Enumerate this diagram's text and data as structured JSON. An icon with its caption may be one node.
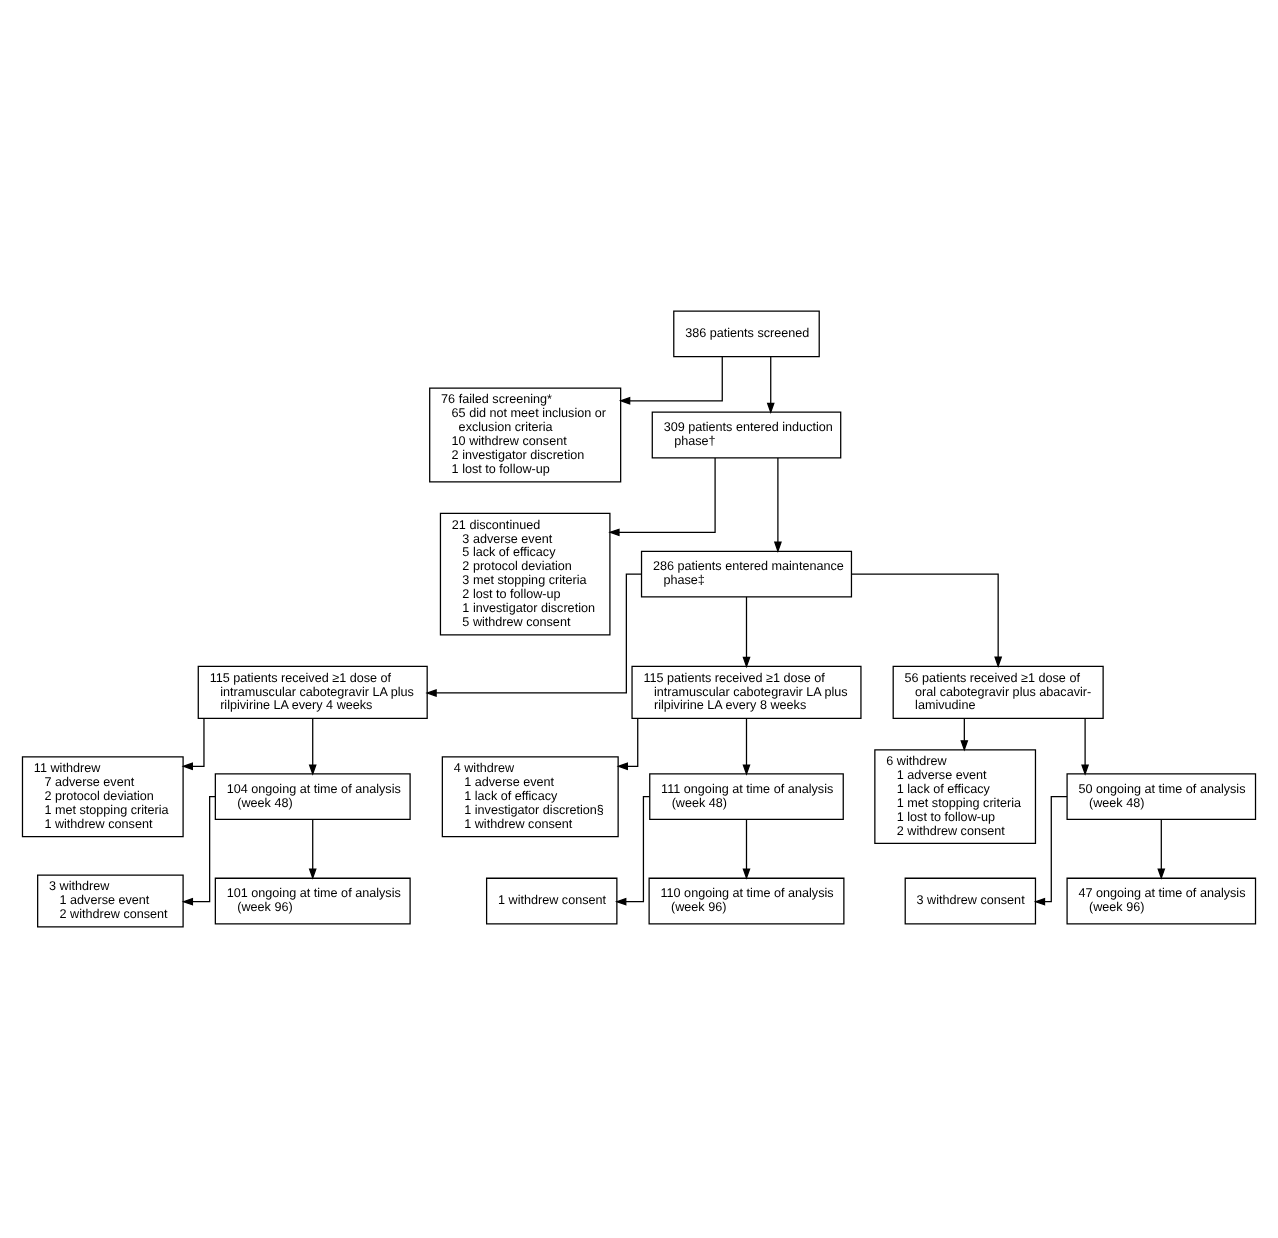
{
  "diagram": {
    "nodes": [
      {
        "text": [
          "386 patients screened"
        ]
      },
      {
        "text": [
          "76 failed screening*",
          "65 did not meet inclusion or exclusion criteria",
          "10 withdrew consent",
          "2 investigator discretion",
          "1 lost to follow-up"
        ]
      },
      {
        "text": [
          "309 patients entered induction phase†"
        ]
      },
      {
        "text": [
          "21 discontinued",
          "3 adverse event",
          "5 lack of efficacy",
          "2 protocol deviation",
          "3 met stopping criteria",
          "2 lost to follow-up",
          "1 investigator discretion",
          "5 withdrew consent"
        ]
      },
      {
        "text": [
          "286 patients entered maintenance phase‡"
        ]
      },
      {
        "text": [
          "115 patients received ≥1 dose of intramuscular cabotegravir LA plus rilpivirine LA every 4 weeks"
        ]
      },
      {
        "text": [
          "115 patients received ≥1 dose of intramuscular cabotegravir LA plus rilpivirine LA every 8 weeks"
        ]
      },
      {
        "text": [
          "56 patients received ≥1 dose of oral cabotegravir plus abacavir-lamivudine"
        ]
      },
      {
        "text": [
          "11 withdrew",
          "7 adverse event",
          "2 protocol deviation",
          "1 met stopping criteria",
          "1 withdrew consent"
        ]
      },
      {
        "text": [
          "4 withdrew",
          "1 adverse event",
          "1 lack of efficacy",
          "1 investigator discretion§",
          "1 withdrew consent"
        ]
      },
      {
        "text": [
          "6 withdrew",
          "1 adverse event",
          "1 lack of efficacy",
          "1 met stopping criteria",
          "1 lost to follow-up",
          "2 withdrew consent"
        ]
      },
      {
        "text": [
          "104 ongoing at time of analysis (week 48)"
        ]
      },
      {
        "text": [
          "111 ongoing at time of analysis (week 48)"
        ]
      },
      {
        "text": [
          "50 ongoing at time of analysis (week 48)"
        ]
      },
      {
        "text": [
          "3 withdrew",
          "1 adverse event",
          "2 withdrew consent"
        ]
      },
      {
        "text": [
          "1 withdrew consent"
        ]
      },
      {
        "text": [
          "3 withdrew consent"
        ]
      },
      {
        "text": [
          "101 ongoing at time of analysis (week 96)"
        ]
      },
      {
        "text": [
          "110 ongoing at time of analysis (week 96)"
        ]
      },
      {
        "text": [
          "47 ongoing at time of analysis (week 96)"
        ]
      }
    ],
    "edges": [
      {
        "from": 0,
        "to": 1,
        "arrow": "to"
      },
      {
        "from": 0,
        "to": 2,
        "arrow": "to"
      },
      {
        "from": 2,
        "to": 3,
        "arrow": "to"
      },
      {
        "from": 2,
        "to": 4,
        "arrow": "to"
      },
      {
        "from": 4,
        "to": 5,
        "arrow": "to"
      },
      {
        "from": 4,
        "to": 6,
        "arrow": "to"
      },
      {
        "from": 4,
        "to": 7,
        "arrow": "to"
      },
      {
        "from": 5,
        "to": 8,
        "arrow": "to"
      },
      {
        "from": 5,
        "to": 11,
        "arrow": "to"
      },
      {
        "from": 6,
        "to": 9,
        "arrow": "to"
      },
      {
        "from": 6,
        "to": 12,
        "arrow": "to"
      },
      {
        "from": 7,
        "to": 10,
        "arrow": "to"
      },
      {
        "from": 7,
        "to": 13,
        "arrow": "to"
      },
      {
        "from": 11,
        "to": 14,
        "arrow": "to"
      },
      {
        "from": 11,
        "to": 17,
        "arrow": "to"
      },
      {
        "from": 12,
        "to": 15,
        "arrow": "to"
      },
      {
        "from": 12,
        "to": 18,
        "arrow": "to"
      },
      {
        "from": 13,
        "to": 16,
        "arrow": "to"
      },
      {
        "from": 13,
        "to": 19,
        "arrow": "to"
      }
    ]
  }
}
